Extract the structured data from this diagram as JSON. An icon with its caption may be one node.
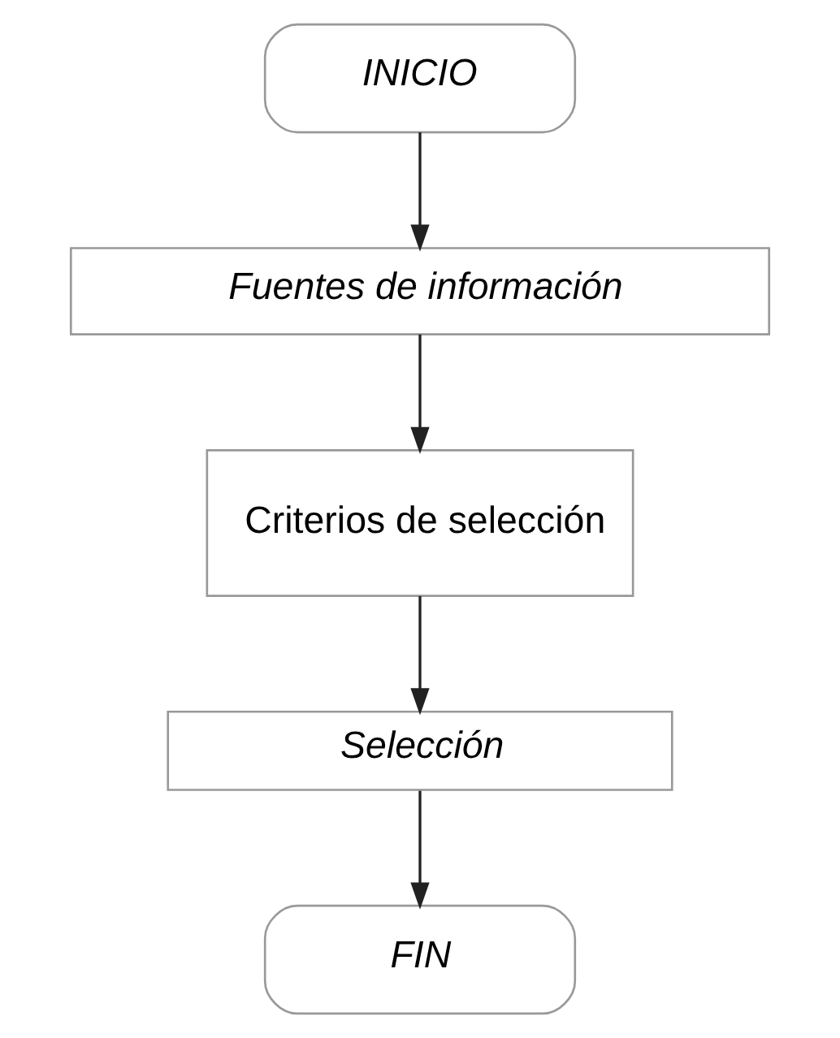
{
  "diagram": {
    "nodes": [
      {
        "text": [
          "INICIO"
        ]
      },
      {
        "text": [
          "Fuentes de información"
        ]
      },
      {
        "text": [
          "Criterios de selección"
        ]
      },
      {
        "text": [
          "Selección"
        ]
      },
      {
        "text": [
          "FIN"
        ]
      }
    ],
    "edges": [
      {
        "from": 0,
        "to": 1,
        "arrow": "to"
      },
      {
        "from": 1,
        "to": 2,
        "arrow": "to"
      },
      {
        "from": 2,
        "to": 3,
        "arrow": "to"
      },
      {
        "from": 3,
        "to": 4,
        "arrow": "to"
      }
    ]
  }
}
